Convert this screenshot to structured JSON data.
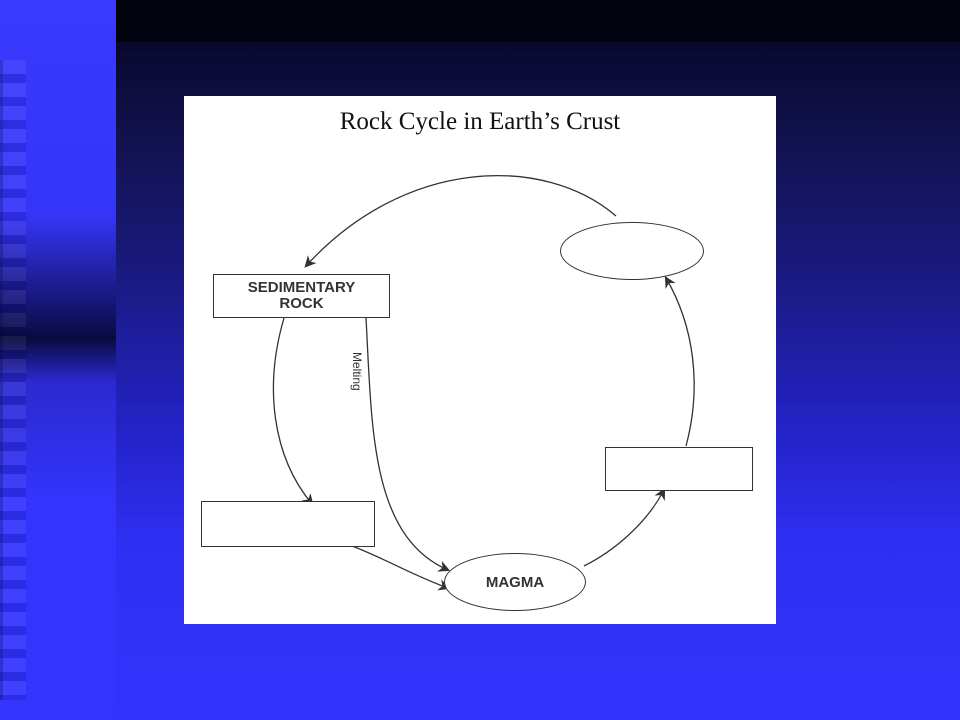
{
  "slide": {
    "title": "Rock Cycle in Earth’s Crust"
  },
  "diagram": {
    "nodes": {
      "sedimentary_rock": {
        "line1": "SEDIMENTARY",
        "line2": "ROCK"
      },
      "magma": {
        "label": "MAGMA"
      },
      "blank_top_right": {
        "label": ""
      },
      "blank_right": {
        "label": ""
      },
      "blank_left": {
        "label": ""
      }
    },
    "edges": {
      "melting_label": "Melting"
    }
  },
  "colors": {
    "background_top": "#050518",
    "background_bottom": "#3333ff",
    "panel": "#ffffff",
    "stroke": "#333333"
  }
}
